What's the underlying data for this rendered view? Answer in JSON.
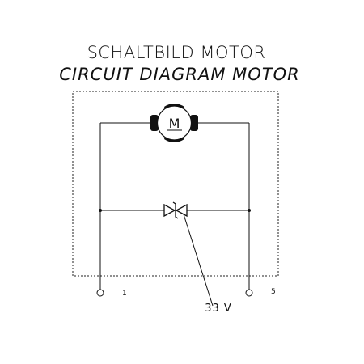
{
  "title_de": "SCHALTBILD MOTOR",
  "title_en": "CIRCUIT DIAGRAM MOTOR",
  "motor_symbol": "M",
  "terminals": [
    {
      "label": "1"
    },
    {
      "label": "5"
    }
  ],
  "component_label": "33 V"
}
